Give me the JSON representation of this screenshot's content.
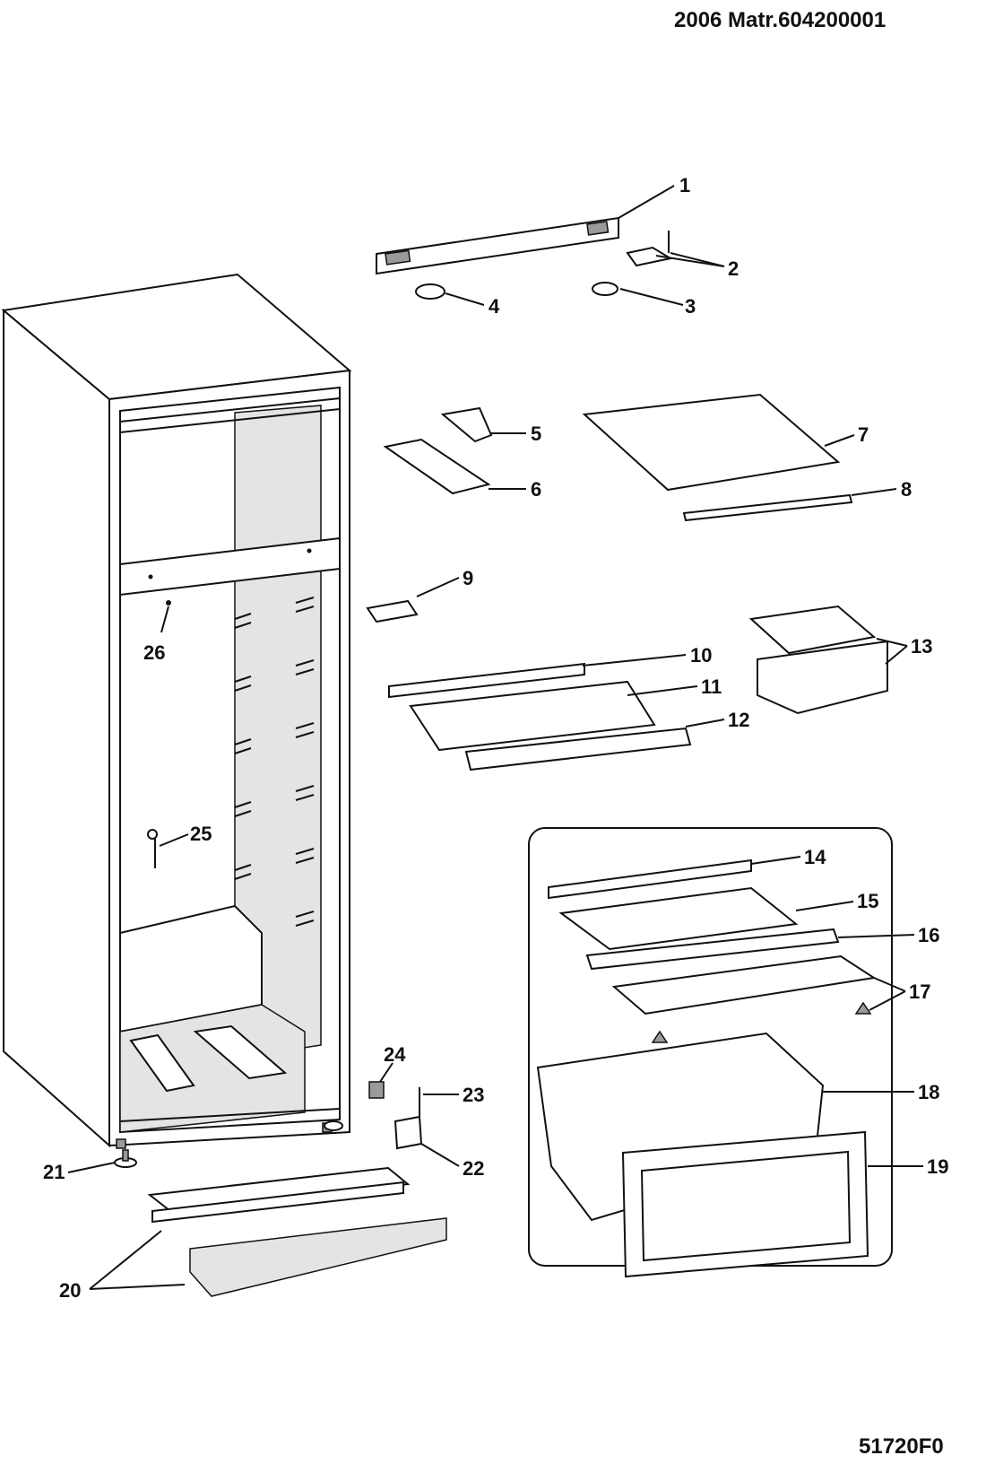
{
  "header": {
    "matr": "2006 Matr.604200001"
  },
  "footer": {
    "code": "51720F0"
  },
  "callouts": [
    "1",
    "2",
    "3",
    "4",
    "5",
    "6",
    "7",
    "8",
    "9",
    "10",
    "11",
    "12",
    "13",
    "14",
    "15",
    "16",
    "17",
    "18",
    "19",
    "20",
    "21",
    "22",
    "23",
    "24",
    "25",
    "26"
  ]
}
